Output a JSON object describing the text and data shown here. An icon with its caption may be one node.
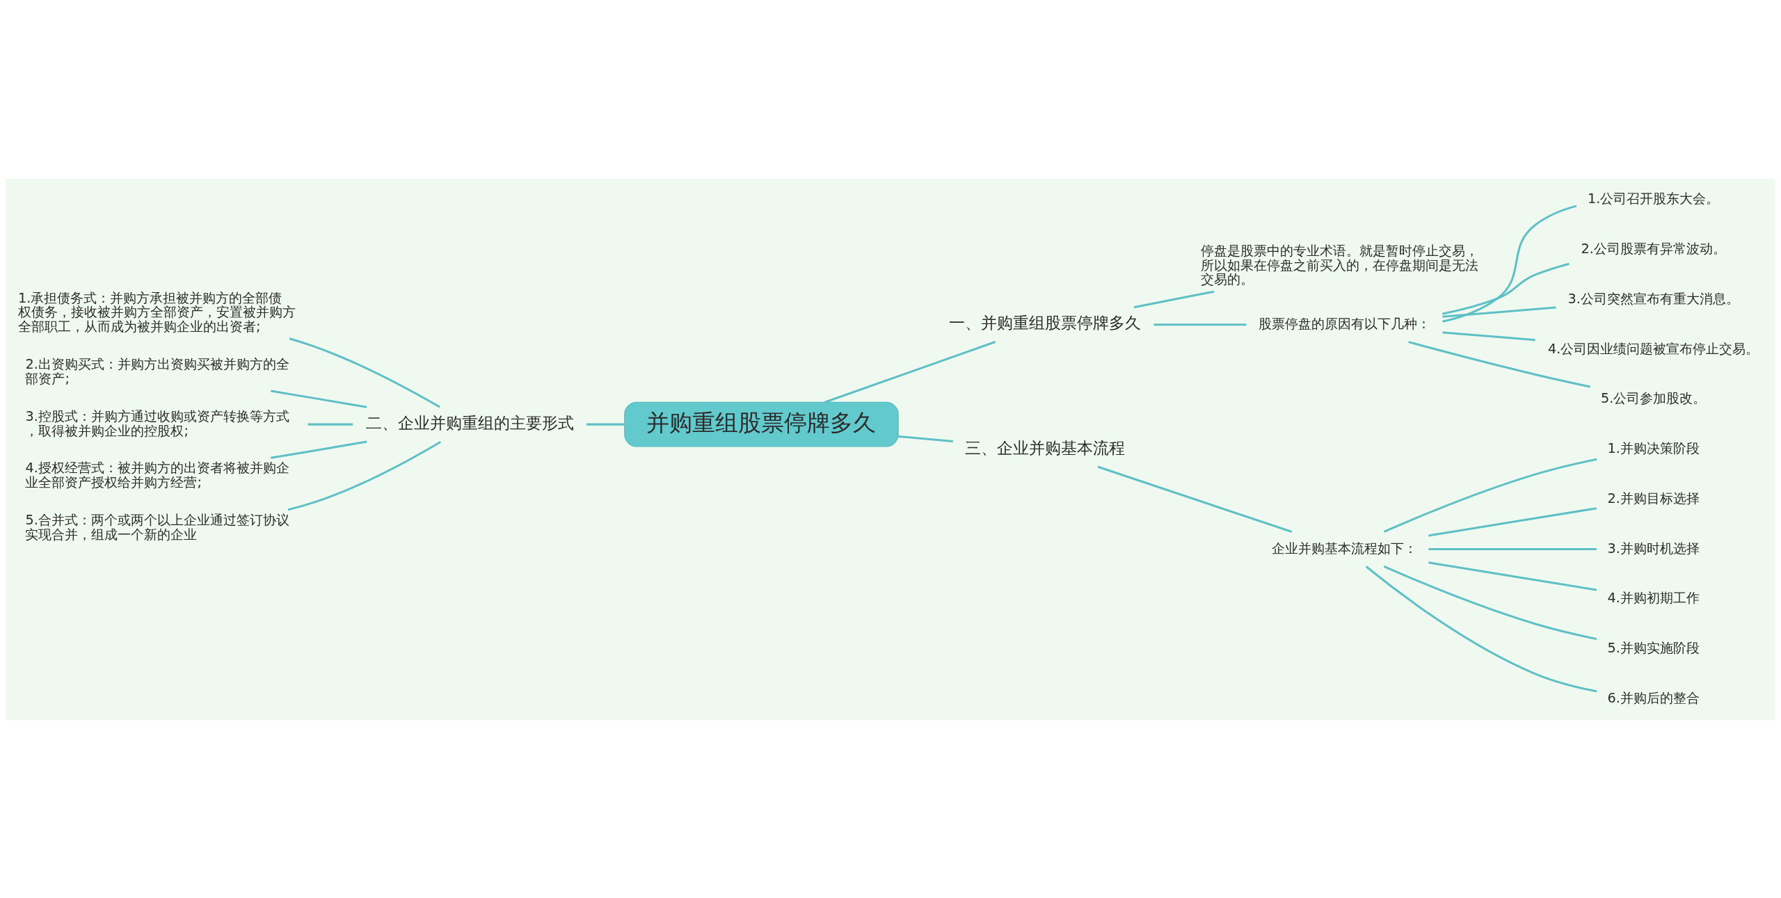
{
  "diagram": {
    "nodes": [
      {
        "text": [
          "并购重组股票停牌多久"
        ]
      },
      {
        "text": [
          "一、并购重组股票停牌多久"
        ]
      },
      {
        "text": [
          "停盘是股票中的专业术语。就是暂时停止交易，所以如果在停盘之前买入的，在停盘期间是无法交易的。"
        ]
      },
      {
        "text": [
          "股票停盘的原因有以下几种："
        ]
      },
      {
        "text": [
          "1.公司召开股东大会。"
        ]
      },
      {
        "text": [
          "2.公司股票有异常波动。"
        ]
      },
      {
        "text": [
          "3.公司突然宣布有重大消息。"
        ]
      },
      {
        "text": [
          "4.公司因业绩问题被宣布停止交易。"
        ]
      },
      {
        "text": [
          "5.公司参加股改。"
        ]
      },
      {
        "text": [
          "二、企业并购重组的主要形式"
        ]
      },
      {
        "text": [
          "1.承担债务式：并购方承担被并购方的全部债权债务，接收被并购方全部资产，安置被并购方全部职工，从而成为被并购企业的出资者;"
        ]
      },
      {
        "text": [
          "2.出资购买式：并购方出资购买被并购方的全部资产;"
        ]
      },
      {
        "text": [
          "3.控股式：并购方通过收购或资产转换等方式，取得被并购企业的控股权;"
        ]
      },
      {
        "text": [
          "4.授权经营式：被并购方的出资者将被并购企业全部资产授权给并购方经营;"
        ]
      },
      {
        "text": [
          "5.合并式：两个或两个以上企业通过签订协议实现合并，组成一个新的企业"
        ]
      },
      {
        "text": [
          "三、企业并购基本流程"
        ]
      },
      {
        "text": [
          "企业并购基本流程如下："
        ]
      },
      {
        "text": [
          "1.并购决策阶段"
        ]
      },
      {
        "text": [
          "2.并购目标选择"
        ]
      },
      {
        "text": [
          "3.并购时机选择"
        ]
      },
      {
        "text": [
          "4.并购初期工作"
        ]
      },
      {
        "text": [
          "5.并购实施阶段"
        ]
      },
      {
        "text": [
          "6.并购后的整合"
        ]
      }
    ],
    "edges": [
      {
        "from": 0,
        "to": 1,
        "arrow": "none"
      },
      {
        "from": 1,
        "to": 2,
        "arrow": "none"
      },
      {
        "from": 1,
        "to": 3,
        "arrow": "none"
      },
      {
        "from": 3,
        "to": 4,
        "arrow": "none"
      },
      {
        "from": 3,
        "to": 5,
        "arrow": "none"
      },
      {
        "from": 3,
        "to": 6,
        "arrow": "none"
      },
      {
        "from": 3,
        "to": 7,
        "arrow": "none"
      },
      {
        "from": 3,
        "to": 8,
        "arrow": "none"
      },
      {
        "from": 9,
        "to": 0,
        "arrow": "none"
      },
      {
        "from": 10,
        "to": 9,
        "arrow": "none"
      },
      {
        "from": 11,
        "to": 9,
        "arrow": "none"
      },
      {
        "from": 12,
        "to": 9,
        "arrow": "none"
      },
      {
        "from": 13,
        "to": 9,
        "arrow": "none"
      },
      {
        "from": 14,
        "to": 9,
        "arrow": "none"
      },
      {
        "from": 0,
        "to": 15,
        "arrow": "none"
      },
      {
        "from": 15,
        "to": 16,
        "arrow": "none"
      },
      {
        "from": 16,
        "to": 17,
        "arrow": "none"
      },
      {
        "from": 16,
        "to": 18,
        "arrow": "none"
      },
      {
        "from": 16,
        "to": 19,
        "arrow": "none"
      },
      {
        "from": 16,
        "to": 20,
        "arrow": "none"
      },
      {
        "from": 16,
        "to": 21,
        "arrow": "none"
      },
      {
        "from": 16,
        "to": 22,
        "arrow": "none"
      }
    ]
  }
}
